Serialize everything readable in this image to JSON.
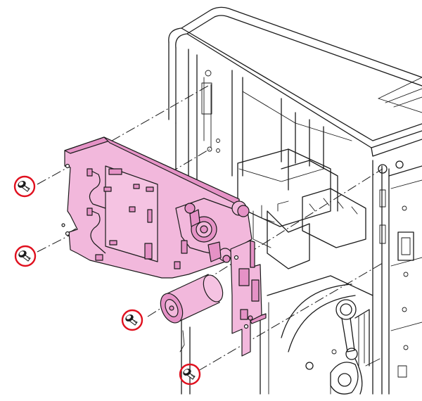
{
  "diagram": {
    "highlight_color": "#f2b8dc",
    "highlight_shade": "#e592c6",
    "callout_color": "#e0101e",
    "line_color": "#1a1a1a",
    "screws": [
      {
        "id": "screw-1",
        "icon": "screw-icon"
      },
      {
        "id": "screw-2",
        "icon": "screw-icon"
      },
      {
        "id": "screw-3",
        "icon": "screw-icon"
      },
      {
        "id": "screw-4",
        "icon": "screw-icon"
      }
    ]
  }
}
